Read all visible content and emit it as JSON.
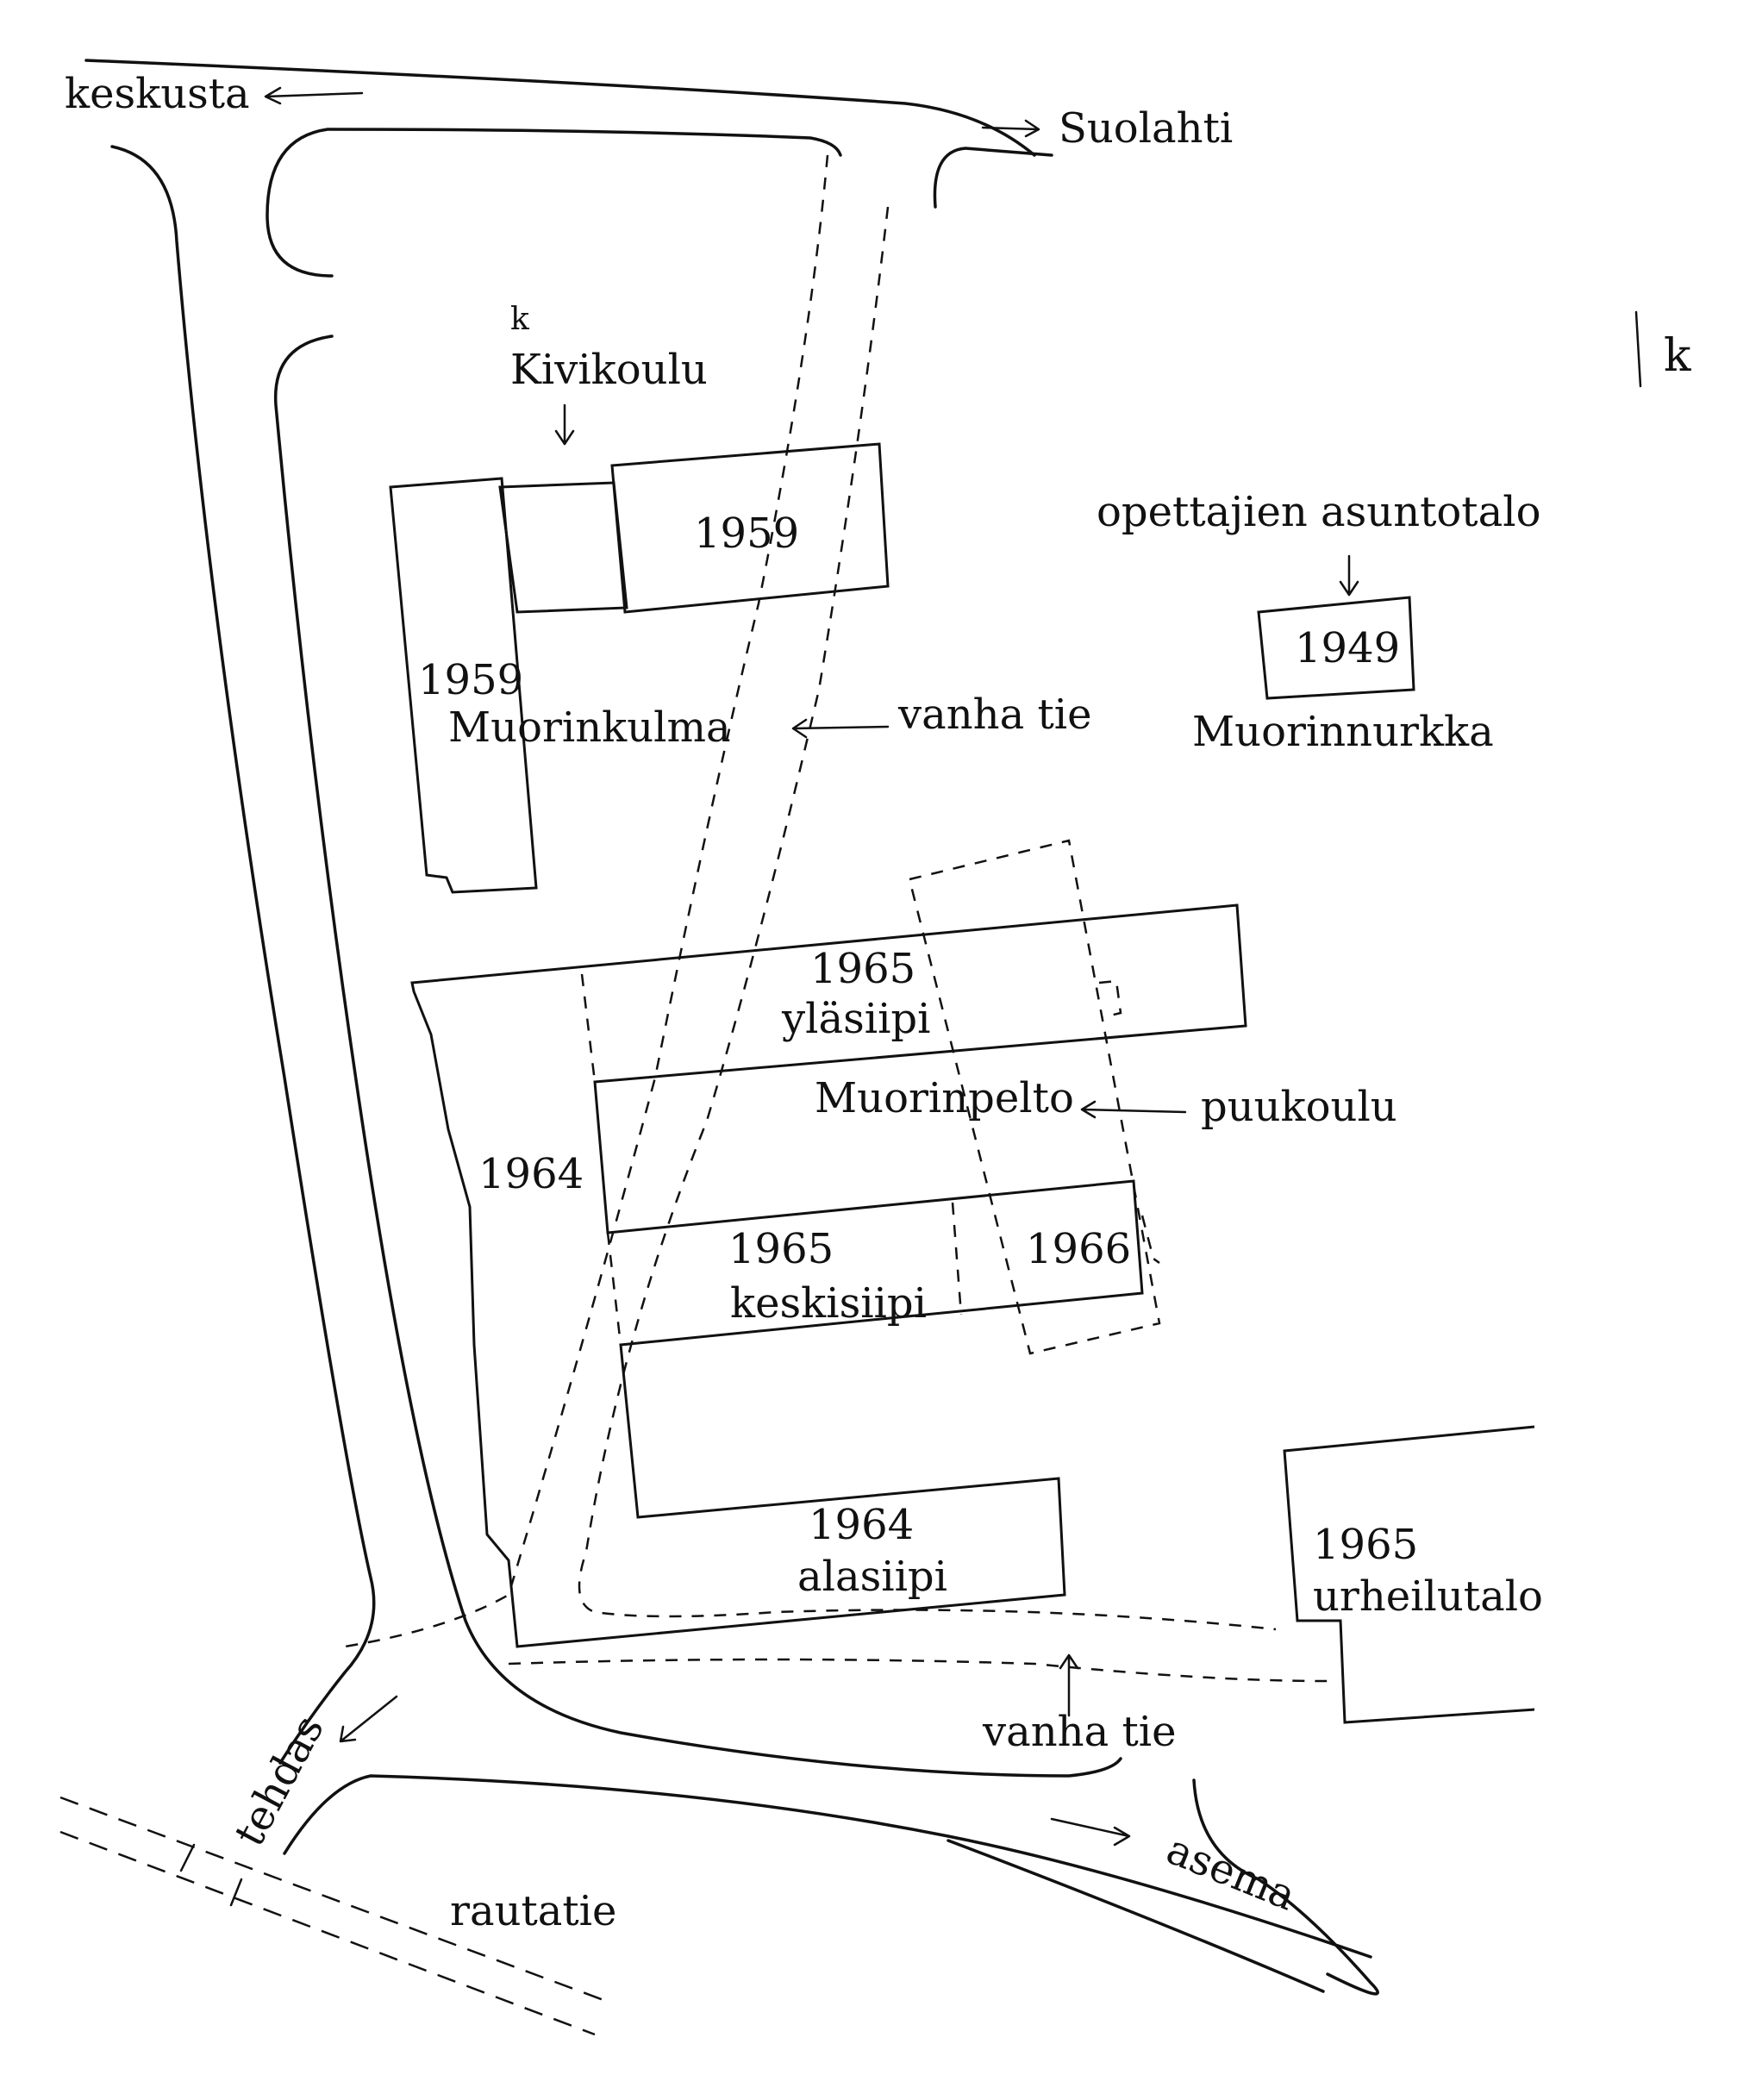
{
  "map": {
    "places": {
      "keskusta": "keskusta",
      "suolahti": "Suolahti",
      "tehdas": "tehdas",
      "rautatie": "rautatie",
      "asema": "asema"
    },
    "buildings": {
      "kivikoulu_mark": "k",
      "kivikoulu": "Kivikoulu",
      "kivikoulu_year": "1959",
      "muorinkulma_year": "1959",
      "muorinkulma": "Muorinkulma",
      "opettajien": "opettajien asuntotalo",
      "muorinnurkka_year": "1949",
      "muorinnurkka": "Muorinnurkka",
      "ylasiipi_year": "1965",
      "ylasiipi": "yläsiipi",
      "muorinpelto": "Muorinpelto",
      "puukoulu": "puukoulu",
      "block_1964": "1964",
      "keskisiipi_year": "1965",
      "keskisiipi": "keskisiipi",
      "block_1966": "1966",
      "alasiipi_year": "1964",
      "alasiipi": "alasiipi",
      "urheilutalo_year": "1965",
      "urheilutalo": "urheilutalo"
    },
    "roads": {
      "vanha_tie_upper": "vanha tie",
      "vanha_tie_lower": "vanha tie"
    },
    "margin_mark": "k"
  }
}
